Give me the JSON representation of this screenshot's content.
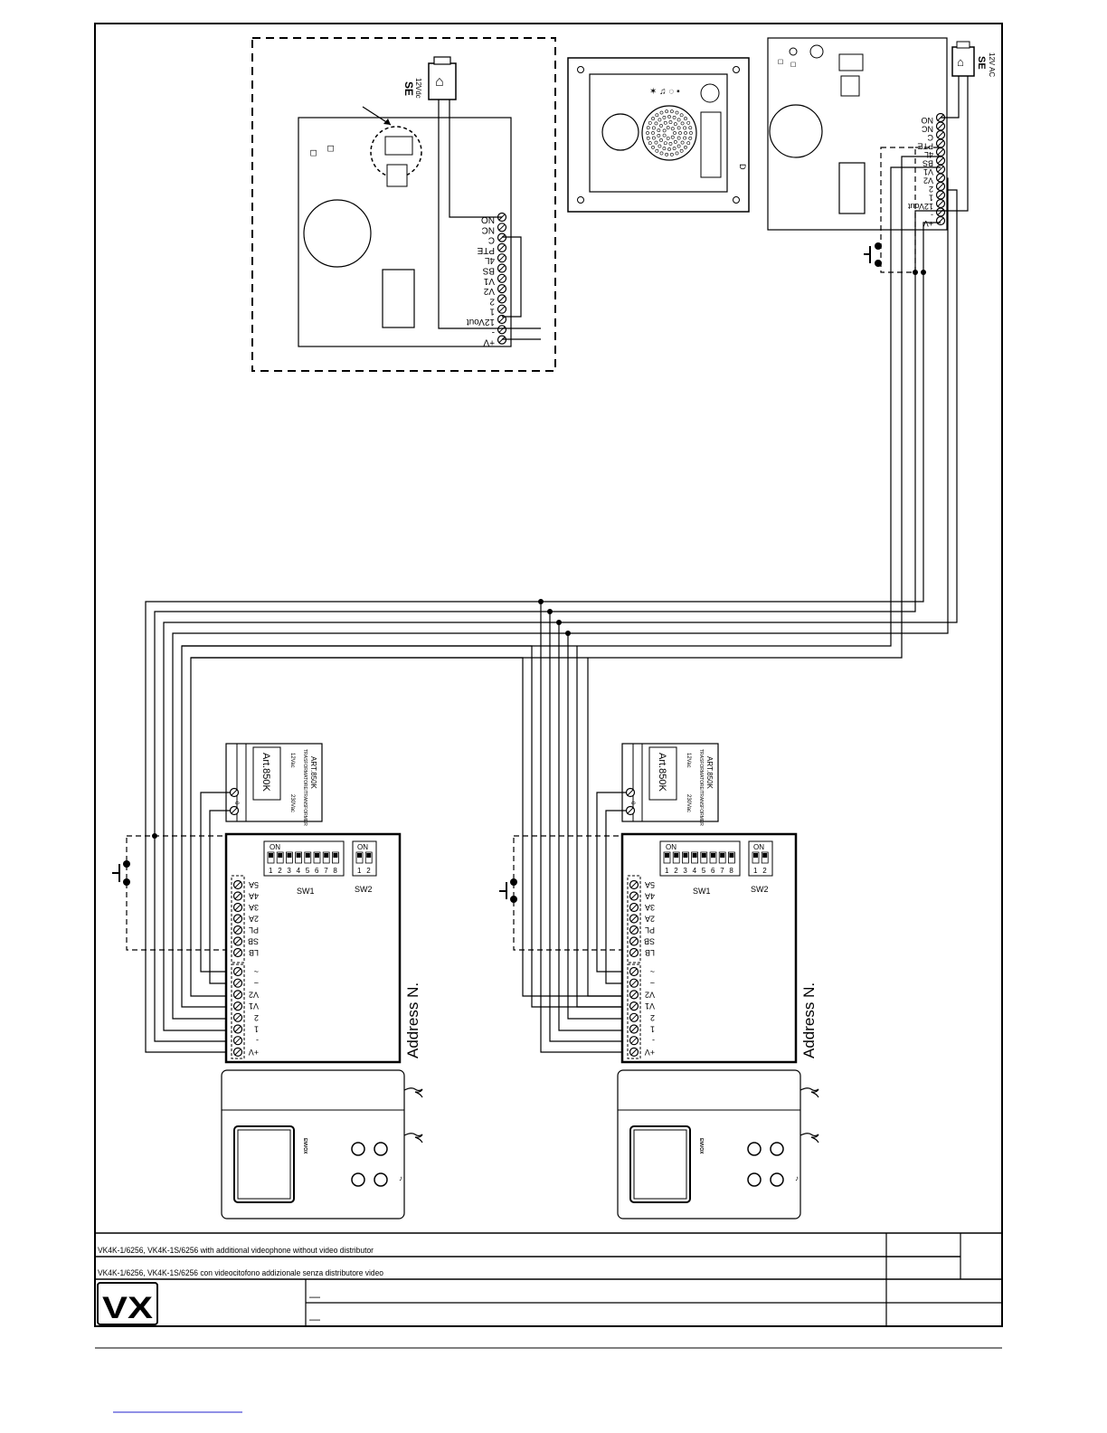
{
  "outdoor_unit_secondary": {
    "lock_label": "SE",
    "lock_voltage": "12Vdc",
    "terminals": [
      "NO",
      "NC",
      "C",
      "PTE",
      "4L",
      "BS",
      "V1",
      "V2",
      "2",
      "1",
      "12Vout",
      "-",
      "+V"
    ]
  },
  "outdoor_unit_main": {
    "lock_label": "SE",
    "lock_voltage": "12V AC",
    "panel_letter": "D",
    "terminals": [
      "NO",
      "NC",
      "C",
      "PTE",
      "4L",
      "BS",
      "V1",
      "V2",
      "2",
      "1",
      "12Vout",
      "-",
      "+V"
    ]
  },
  "transformer": {
    "model": "Art.850K",
    "caption": "TRASFORMATORE/TRANSFORMER",
    "article": "ART.850K",
    "out_label": "12Vac",
    "in_label": "230Vac",
    "out_symbol": "0",
    "in_symbol": "IN~"
  },
  "monitor_board": {
    "sw1_label": "SW1",
    "sw2_label": "SW2",
    "sw_on": "ON",
    "sw1_numbers": [
      "1",
      "2",
      "3",
      "4",
      "5",
      "6",
      "7",
      "8"
    ],
    "sw2_numbers": [
      "1",
      "2"
    ],
    "terminals_top": [
      "5A",
      "4A",
      "3A",
      "2A",
      "PL",
      "SB",
      "LB"
    ],
    "terminals_bottom": [
      "~",
      "~",
      "V2",
      "V1",
      "2",
      "1",
      "-",
      "+V"
    ],
    "address_label": "Address N."
  },
  "handset": {
    "brand": "ENVOX"
  },
  "title_block": {
    "title_en": "VK4K-1/6256, VK4K-1S/6256 with additional videophone without video distributor",
    "title_it": "VK4K-1/6256, VK4K-1S/6256 con videocitofono addizionale senza distributore video",
    "logo_text": "VX",
    "row1_dash": "—",
    "row2_dash": "—"
  }
}
